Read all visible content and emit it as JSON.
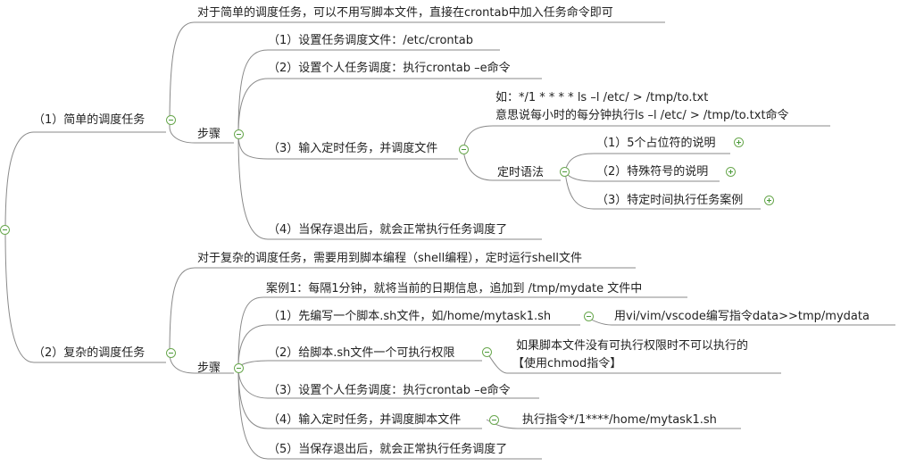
{
  "root_toggle": "expanded",
  "simple": {
    "label": "（1）简单的调度任务",
    "intro": "对于简单的调度任务，可以不用写脚本文件，直接在crontab中加入任务命令即可",
    "steps_label": "步骤",
    "s1": "（1）设置任务调度文件：/etc/crontab",
    "s2": "（2）设置个人任务调度：执行crontab –e命令",
    "s3": "（3）输入定时任务，并调度文件",
    "s3_example_1": "如：*/1 * * * * ls –l /etc/ > /tmp/to.txt",
    "s3_example_2": "意思说每小时的每分钟执行ls –l /etc/ > /tmp/to.txt命令",
    "syntax_label": "定时语法",
    "syntax_1": "（1）5个占位符的说明",
    "syntax_2": "（2）特殊符号的说明",
    "syntax_3": "（3）特定时间执行任务案例",
    "s4": "（4）当保存退出后，就会正常执行任务调度了"
  },
  "complex": {
    "label": "（2）复杂的调度任务",
    "intro": "对于复杂的调度任务，需要用到脚本编程（shell编程），定时运行shell文件",
    "steps_label": "步骤",
    "case": "案例1：每隔1分钟，就将当前的日期信息，追加到 /tmp/mydate 文件中",
    "s1": "（1）先编写一个脚本.sh文件，如/home/mytask1.sh",
    "s1_note": "用vi/vim/vscode编写指令data>>tmp/mydata",
    "s2": "（2）给脚本.sh文件一个可执行权限",
    "s2_note_1": "如果脚本文件没有可执行权限时不可以执行的",
    "s2_note_2": "【使用chmod指令】",
    "s3": "（3）设置个人任务调度：执行crontab –e命令",
    "s4": "（4）输入定时任务，并调度脚本文件",
    "s4_note": "执行指令*/1****/home/mytask1.sh",
    "s5": "（5）当保存退出后，就会正常执行任务调度了"
  },
  "colors": {
    "line": "#8a8a8a",
    "toggle": "#6aa84f",
    "text": "#222222"
  }
}
